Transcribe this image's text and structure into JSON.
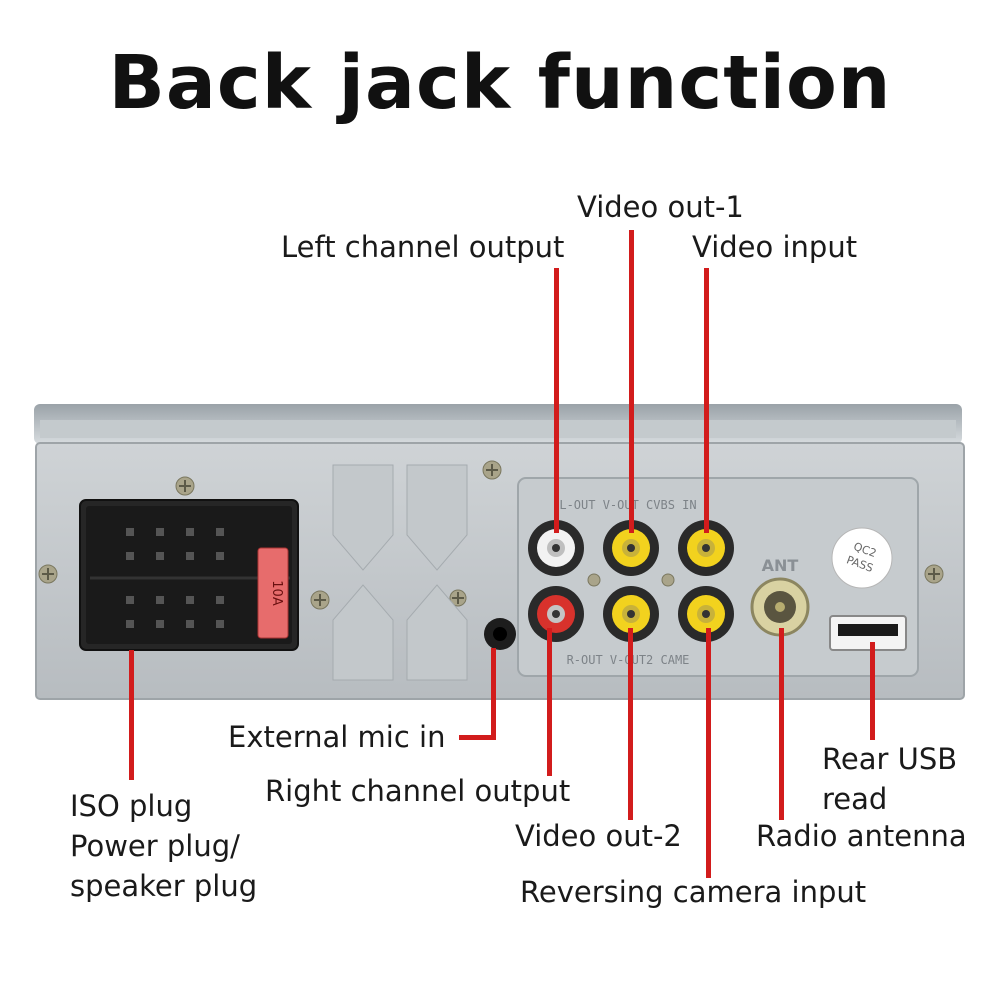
{
  "title": "Back jack function",
  "accent_color": "#d21c1c",
  "labels": {
    "video_out_1": "Video out-1",
    "left_channel_output": "Left channel output",
    "video_input": "Video input",
    "external_mic_in": "External mic in",
    "right_channel_output": "Right channel output",
    "iso_plug": "ISO plug\nPower plug/\nspeaker plug",
    "rear_usb": "Rear USB\nread",
    "radio_antenna": "Radio antenna",
    "video_out_2": "Video out-2",
    "reversing_camera_input": "Reversing camera input"
  },
  "device_markings": {
    "rca_top": "L-OUT V-OUT CVBS IN",
    "rca_bottom": "R-OUT V-OUT2 CAME",
    "ant": "ANT",
    "qc": "QC2",
    "pass": "PASS",
    "fuse": "10A"
  },
  "jack_colors": {
    "white": "#f2f2f2",
    "red": "#d8322c",
    "yellow": "#f2d21e"
  }
}
